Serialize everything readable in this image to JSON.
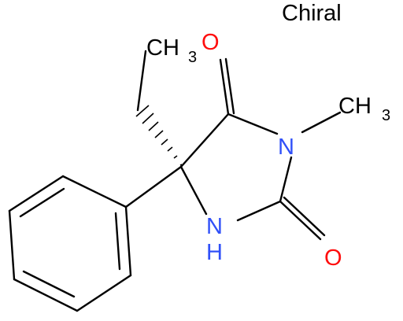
{
  "stereo_label": "Chiral",
  "atoms": {
    "oxygen_top": "O",
    "oxygen_bottom": "O",
    "nitrogen_methyl": "N",
    "nitrogen_h": "N",
    "hydrogen_on_n": "H",
    "methyl_n": "CH",
    "methyl_n_sub": "3",
    "methyl_ethyl": "CH",
    "methyl_ethyl_sub": "3"
  },
  "colors": {
    "oxygen": "#ff0d0d",
    "nitrogen": "#3050f8",
    "carbon": "#000000",
    "background": "#ffffff"
  }
}
